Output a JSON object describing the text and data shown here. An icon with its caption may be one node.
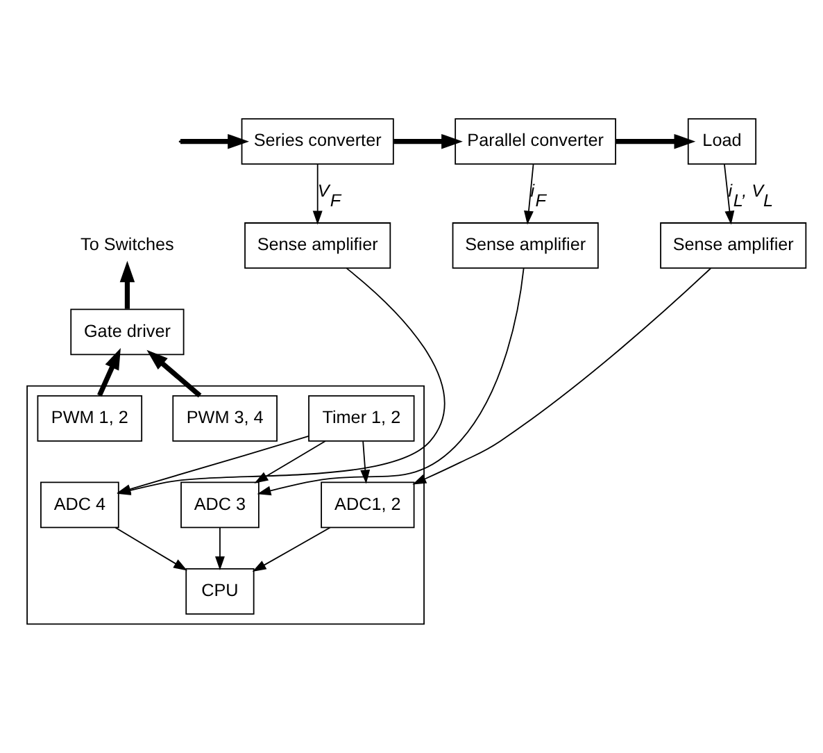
{
  "diagram": {
    "nodes": [
      {
        "text": [
          "Series converter"
        ]
      },
      {
        "text": [
          "Parallel converter"
        ]
      },
      {
        "text": [
          "Load"
        ]
      },
      {
        "text": [
          "Sense amplifier"
        ]
      },
      {
        "text": [
          "Sense amplifier"
        ]
      },
      {
        "text": [
          "Sense amplifier"
        ]
      },
      {
        "text": [
          "Gate driver"
        ]
      },
      {
        "text": [
          "To Switches"
        ]
      },
      {
        "text": [],
        "shape": "box"
      },
      {
        "text": [
          "ADC 4"
        ],
        "in": 8
      },
      {
        "text": [
          "ADC 3"
        ],
        "in": 8
      },
      {
        "text": [
          "ADC1, 2"
        ],
        "in": 8
      },
      {
        "text": [
          "Timer 1, 2"
        ],
        "in": 8
      },
      {
        "text": [
          "PWM 1, 2"
        ],
        "in": 8
      },
      {
        "text": [
          "PWM 3, 4"
        ],
        "in": 8
      },
      {
        "text": [
          "CPU"
        ],
        "in": 8
      }
    ],
    "edges": [
      {
        "from": null,
        "to": 0,
        "arrow": "to",
        "style": "thick"
      },
      {
        "from": 0,
        "to": 1,
        "arrow": "to",
        "style": "thick"
      },
      {
        "from": 1,
        "to": 2,
        "arrow": "to",
        "style": "thick"
      },
      {
        "from": 0,
        "to": 3,
        "arrow": "to",
        "label": "V$_{F}$"
      },
      {
        "from": 1,
        "to": 4,
        "arrow": "to",
        "label": "i$_{F}$"
      },
      {
        "from": 2,
        "to": 5,
        "arrow": "to",
        "label": "i$_{L}$, V$_{L}$"
      },
      {
        "from": 3,
        "to": 9,
        "arrow": "to"
      },
      {
        "from": 4,
        "to": 10,
        "arrow": "to"
      },
      {
        "from": 5,
        "to": 11,
        "arrow": "to"
      },
      {
        "from": 12,
        "to": 9,
        "arrow": "to"
      },
      {
        "from": 12,
        "to": 10,
        "arrow": "to"
      },
      {
        "from": 12,
        "to": 11,
        "arrow": "to"
      },
      {
        "from": 9,
        "to": 15,
        "arrow": "to"
      },
      {
        "from": 10,
        "to": 15,
        "arrow": "to"
      },
      {
        "from": 11,
        "to": 15,
        "arrow": "to"
      },
      {
        "from": 13,
        "to": 6,
        "arrow": "to",
        "style": "thick"
      },
      {
        "from": 14,
        "to": 6,
        "arrow": "to",
        "style": "thick"
      },
      {
        "from": 6,
        "to": 7,
        "arrow": "to",
        "style": "thick"
      }
    ]
  }
}
